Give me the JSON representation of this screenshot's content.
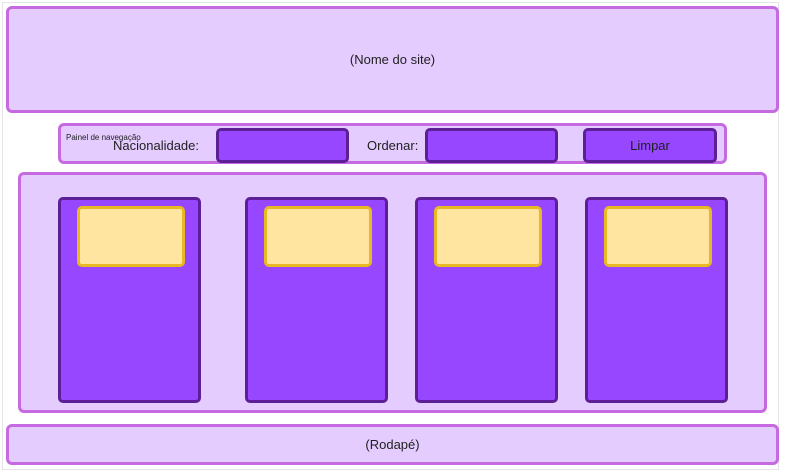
{
  "header": {
    "site_name": "(Nome do site)"
  },
  "nav": {
    "caption": "Painel de navegação",
    "nationality_label": "Nacionalidade:",
    "sort_label": "Ordenar:",
    "clear_label": "Limpar"
  },
  "content": {
    "card_count": 4
  },
  "footer": {
    "label": "(Rodapé)"
  },
  "colors": {
    "light_fill": "#e5ccff",
    "light_border": "#c56ae0",
    "dark_fill": "#9747ff",
    "dark_border": "#5d1f96",
    "yellow_fill": "#ffe5a0",
    "yellow_border": "#e8b923"
  }
}
